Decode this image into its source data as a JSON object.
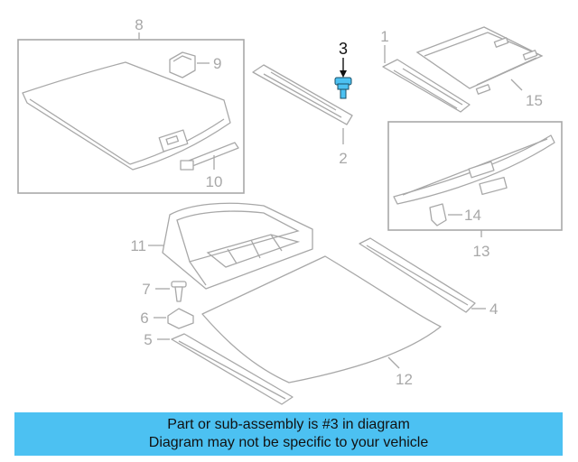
{
  "diagram": {
    "labels": [
      "1",
      "2",
      "3",
      "4",
      "5",
      "6",
      "7",
      "8",
      "9",
      "10",
      "11",
      "12",
      "13",
      "14",
      "15"
    ],
    "highlighted_label": "3",
    "colors": {
      "parts": "#a8a8a8",
      "highlight_part": "#4cc1f2",
      "highlight_label": "#111111"
    }
  },
  "caption": {
    "line1": "Part or sub-assembly is #3 in diagram",
    "line2": "Diagram may not be specific to your vehicle",
    "background": "#4cc1f2"
  }
}
